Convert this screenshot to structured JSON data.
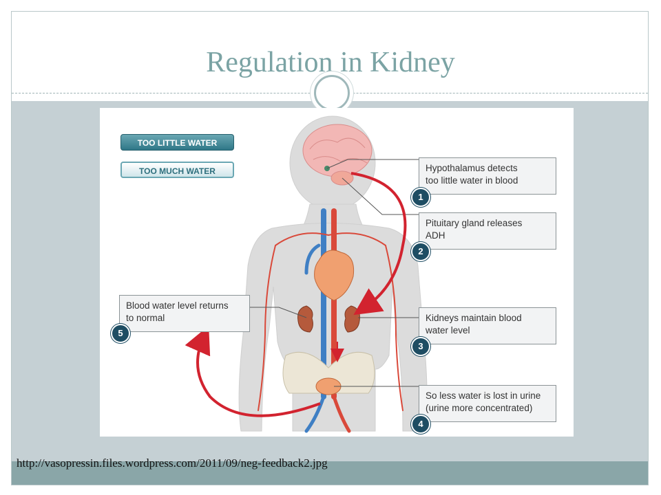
{
  "slide": {
    "title": "Regulation in Kidney",
    "footer_url": "http://vasopressin.files.wordpress.com/2011/09/neg-feedback2.jpg"
  },
  "diagram": {
    "legend": {
      "too_little": "TOO LITTLE WATER",
      "too_much": "TOO MUCH WATER"
    },
    "steps": [
      {
        "number": "1",
        "line1": "Hypothalamus detects",
        "line2": "too little water in blood"
      },
      {
        "number": "2",
        "line1": "Pituitary gland releases",
        "line2": "ADH"
      },
      {
        "number": "3",
        "line1": "Kidneys maintain blood",
        "line2": "water level"
      },
      {
        "number": "4",
        "line1": "So less water is lost in urine",
        "line2": "(urine more concentrated)"
      },
      {
        "number": "5",
        "line1": "Blood water level returns",
        "line2": "to normal"
      }
    ],
    "colors": {
      "arrow": "#d2232f",
      "badge": "#1e4d63",
      "body": "#d9d9d9",
      "artery": "#d9493a",
      "vein": "#3f7fc4"
    }
  }
}
